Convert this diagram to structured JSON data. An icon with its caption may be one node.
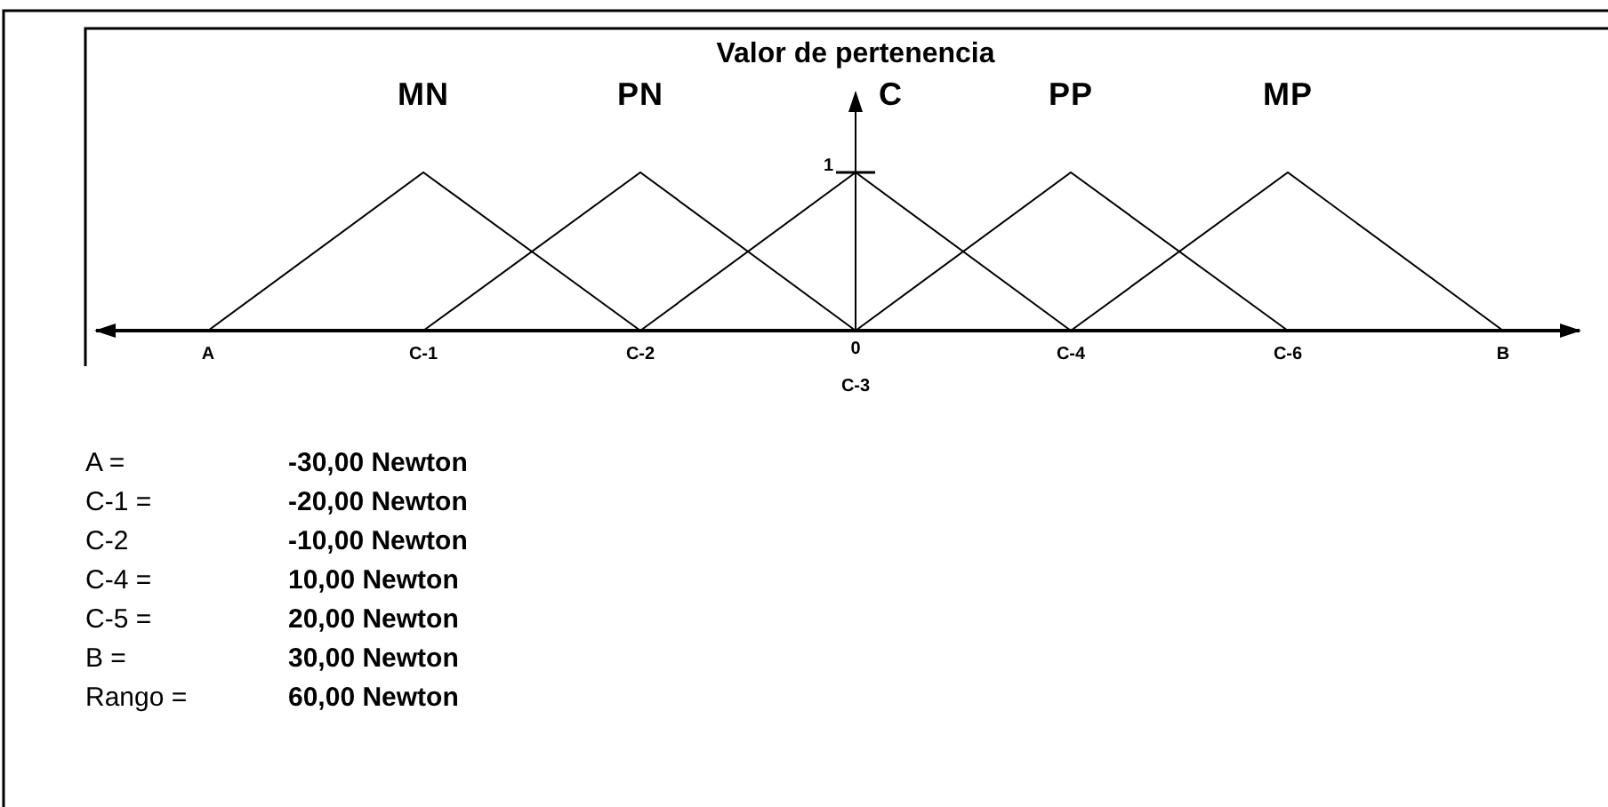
{
  "diagram": {
    "labels": [
      "Valor de pertenencia",
      "MN",
      "PN",
      "C",
      "PP",
      "MP",
      "1",
      "A",
      "C-1",
      "C-2",
      "0",
      "C-4",
      "C-6",
      "B",
      "C-3",
      "A =",
      "-30,00 Newton",
      "C-1 =",
      "-20,00 Newton",
      "C-2",
      "-10,00 Newton",
      "C-4 =",
      "10,00 Newton",
      "C-5 =",
      "20,00 Newton",
      "B =",
      "30,00 Newton",
      "Rango =",
      "60,00 Newton"
    ]
  }
}
